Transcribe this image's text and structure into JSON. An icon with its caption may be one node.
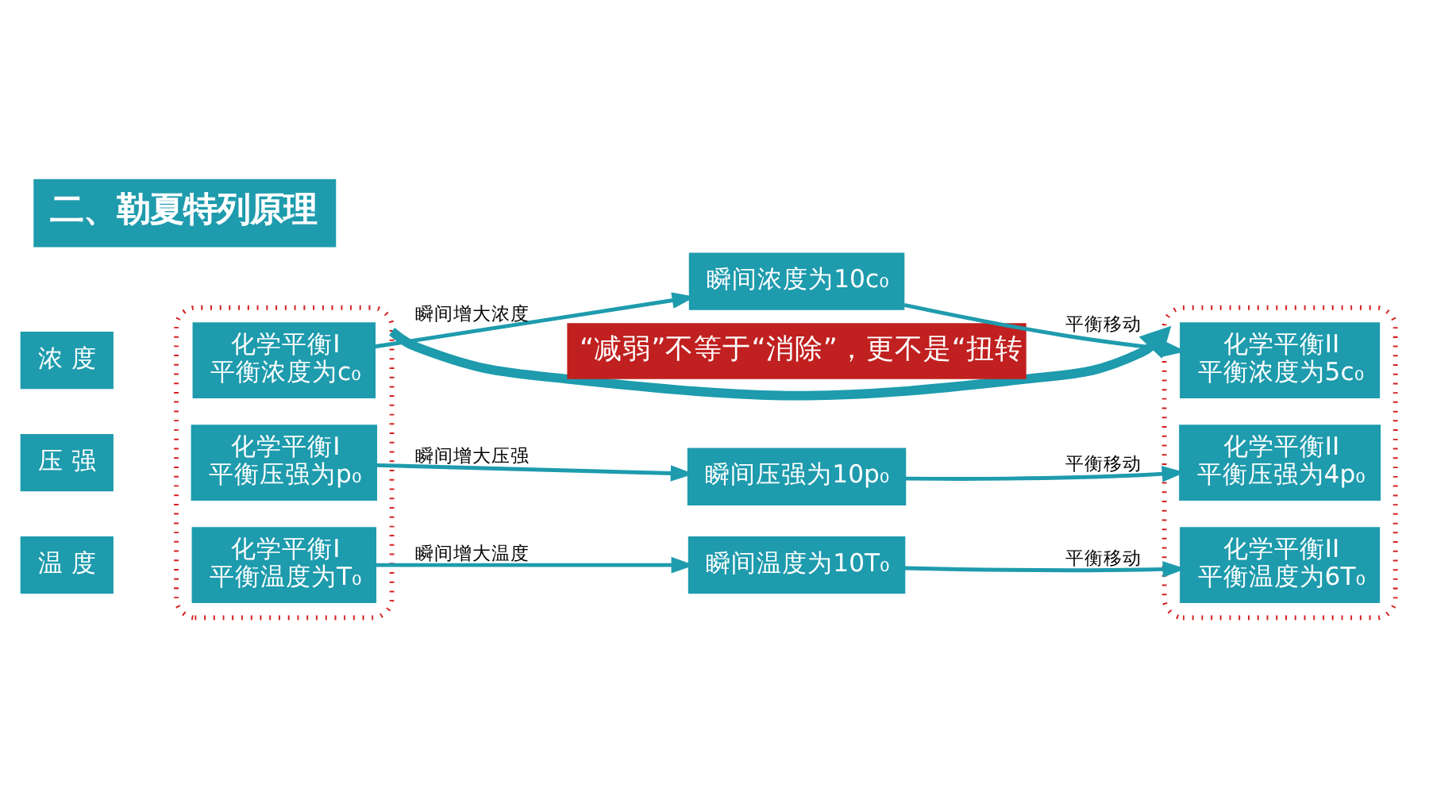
{
  "diagram": {
    "title": "二、勒夏特列原理",
    "nodes": [
      {
        "text": [
          "浓 度"
        ]
      },
      {
        "text": [],
        "shape": "box"
      },
      {
        "text": [
          "化学平衡I",
          "平衡浓度为c₀"
        ],
        "in": 1
      },
      {
        "text": [
          "瞬间浓度为10c₀"
        ]
      },
      {
        "text": [],
        "shape": "box"
      },
      {
        "text": [
          "化学平衡II",
          "平衡浓度为5c₀"
        ],
        "in": 4
      },
      {
        "text": [
          "压 强"
        ]
      },
      {
        "text": [
          "化学平衡I",
          "平衡压强为p₀"
        ],
        "in": 1
      },
      {
        "text": [
          "瞬间压强为10p₀"
        ]
      },
      {
        "text": [
          "化学平衡II",
          "平衡压强为4p₀"
        ],
        "in": 4
      },
      {
        "text": [
          "温 度"
        ]
      },
      {
        "text": [
          "化学平衡I",
          "平衡温度为T₀"
        ],
        "in": 1
      },
      {
        "text": [
          "瞬间温度为10T₀"
        ]
      },
      {
        "text": [
          "化学平衡II",
          "平衡温度为6T₀"
        ],
        "in": 4
      }
    ],
    "edges": [
      {
        "from": 1,
        "to": 4,
        "arrow": "to",
        "label": "“减弱”不等于“消除”，更不是“扭转",
        "style": "thick"
      },
      {
        "from": 2,
        "to": 3,
        "arrow": "to",
        "label": "瞬间增大浓度"
      },
      {
        "from": 3,
        "to": 5,
        "arrow": "to",
        "label": "平衡移动"
      },
      {
        "from": 7,
        "to": 8,
        "arrow": "to",
        "label": "瞬间增大压强"
      },
      {
        "from": 8,
        "to": 9,
        "arrow": "to",
        "label": "平衡移动"
      },
      {
        "from": 11,
        "to": 12,
        "arrow": "to",
        "label": "瞬间增大温度"
      },
      {
        "from": 12,
        "to": 13,
        "arrow": "to",
        "label": "平衡移动"
      }
    ]
  }
}
